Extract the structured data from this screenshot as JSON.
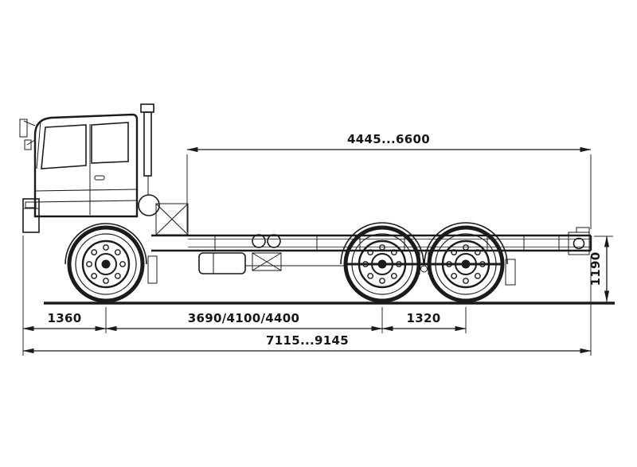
{
  "diagram": {
    "subject": "truck-chassis-side-view-dimensional-drawing",
    "background_color": "#ffffff",
    "line_color": "#1b1b1b",
    "dimensions": {
      "frame_span": "4445...6600",
      "frame_height": "1190",
      "front_overhang": "1360",
      "wheelbase": "3690/4100/4400",
      "rear_bogie_spacing": "1320",
      "overall_length": "7115...9145"
    }
  }
}
